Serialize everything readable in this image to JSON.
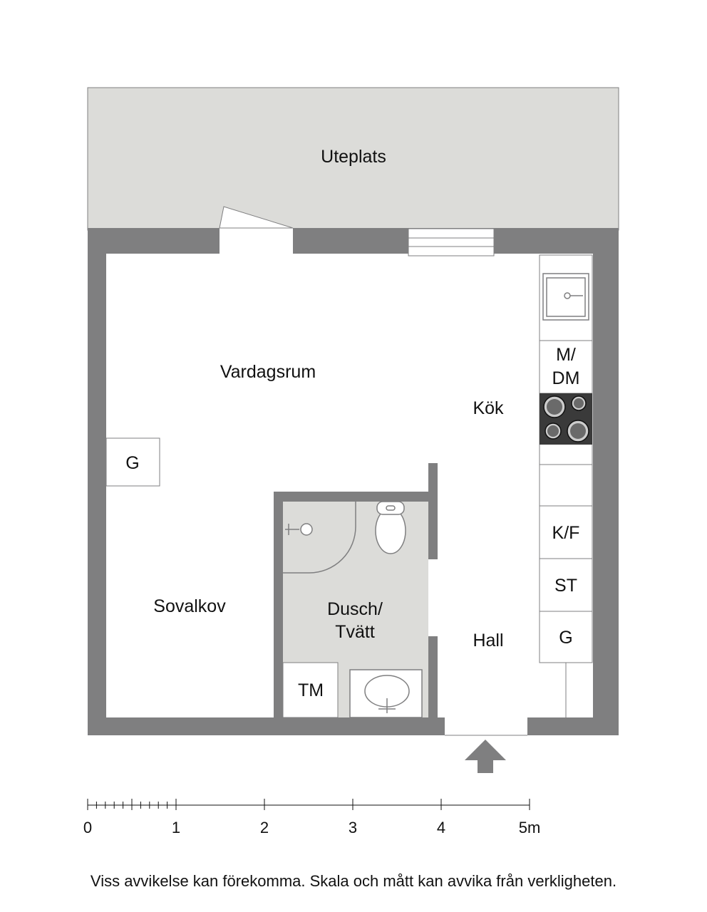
{
  "rooms": {
    "terrace": "Uteplats",
    "living": "Vardagsrum",
    "kitchen": "Kök",
    "sleeping": "Sovalkov",
    "bath_line1": "Dusch/",
    "bath_line2": "Tvätt",
    "hall": "Hall"
  },
  "units": {
    "closet_left": "G",
    "dishwasher_line1": "M/",
    "dishwasher_line2": "DM",
    "fridge": "K/F",
    "cleaning": "ST",
    "closet_right": "G",
    "washer": "TM"
  },
  "scale": {
    "ticks": [
      "0",
      "1",
      "2",
      "3",
      "4",
      "5m"
    ]
  },
  "colors": {
    "wall": "#7f7f80",
    "terrace": "#dcdcd9",
    "bathroom_floor": "#dcdcd9",
    "stove": "#3a3a3a"
  },
  "footer": {
    "disclaimer": "Viss avvikelse kan förekomma. Skala och mått kan avvika från verkligheten."
  }
}
